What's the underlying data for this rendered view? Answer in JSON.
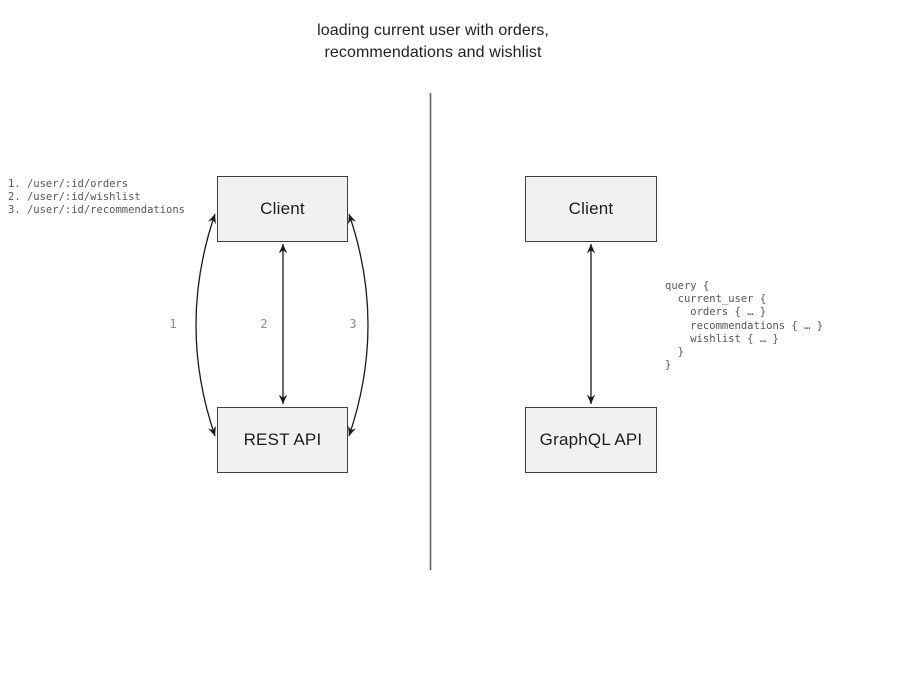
{
  "title": {
    "line1": "loading current user with orders,",
    "line2": "recommendations and wishlist"
  },
  "rest_side": {
    "client_label": "Client",
    "api_label": "REST API",
    "endpoints": [
      "1. /user/:id/orders",
      "2. /user/:id/wishlist",
      "3. /user/:id/recommendations"
    ],
    "arrow_labels": [
      "1",
      "2",
      "3"
    ]
  },
  "graphql_side": {
    "client_label": "Client",
    "api_label": "GraphQL API",
    "query": "query {\n  current_user {\n    orders { … }\n    recommendations { … }\n    wishlist { … }\n  }\n}"
  },
  "colors": {
    "box_fill": "#f1f1f1",
    "box_border": "#3f3f3f",
    "arrow_stroke": "#1a1a1a",
    "divider_stroke": "#5f6368",
    "code_text": "#555555",
    "arrow_number_text": "#8a8a8a",
    "title_text": "#212121",
    "background": "#ffffff"
  }
}
